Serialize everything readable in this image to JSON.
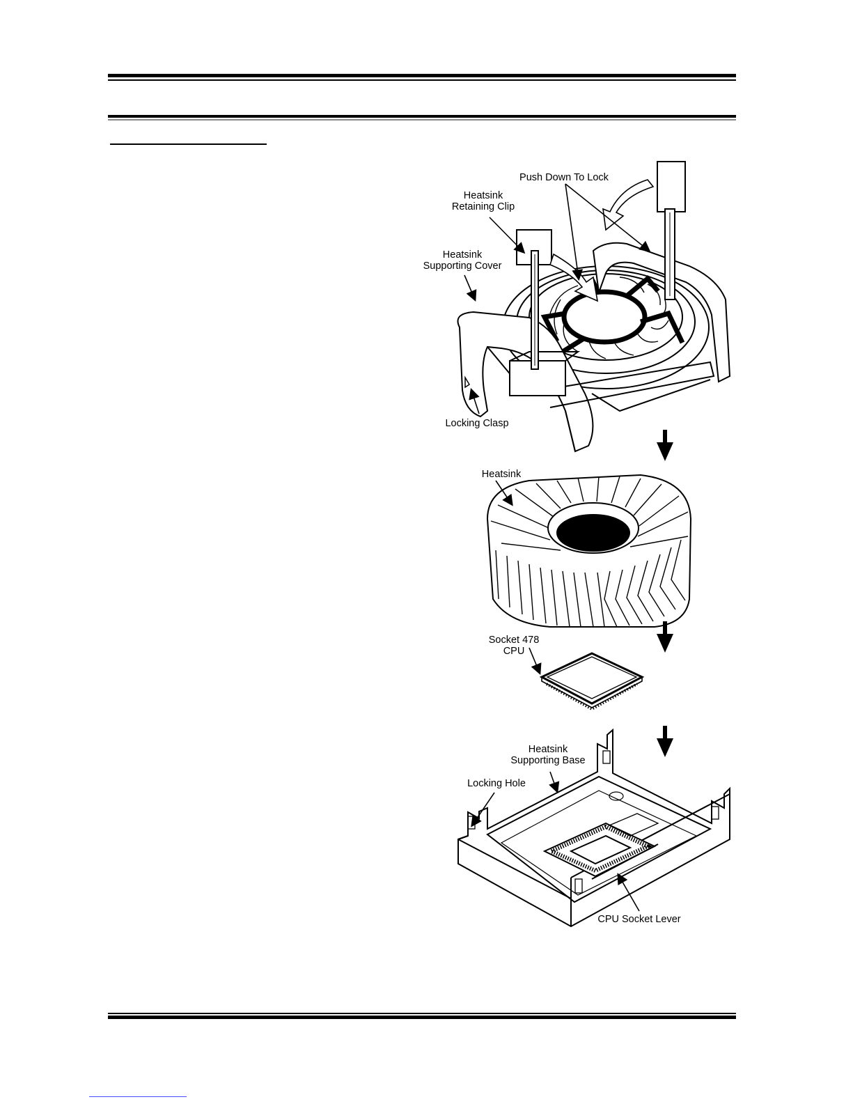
{
  "labels": {
    "push_down_to_lock": "Push Down To Lock",
    "retaining_clip_1": "Heatsink",
    "retaining_clip_2": "Retaining Clip",
    "supporting_cover_1": "Heatsink",
    "supporting_cover_2": "Supporting Cover",
    "locking_clasp": "Locking Clasp",
    "heatsink": "Heatsink",
    "cpu_1": "Socket 478",
    "cpu_2": "CPU",
    "supporting_base_1": "Heatsink",
    "supporting_base_2": "Supporting Base",
    "locking_hole": "Locking Hole",
    "cpu_socket_lever": "CPU Socket Lever"
  }
}
